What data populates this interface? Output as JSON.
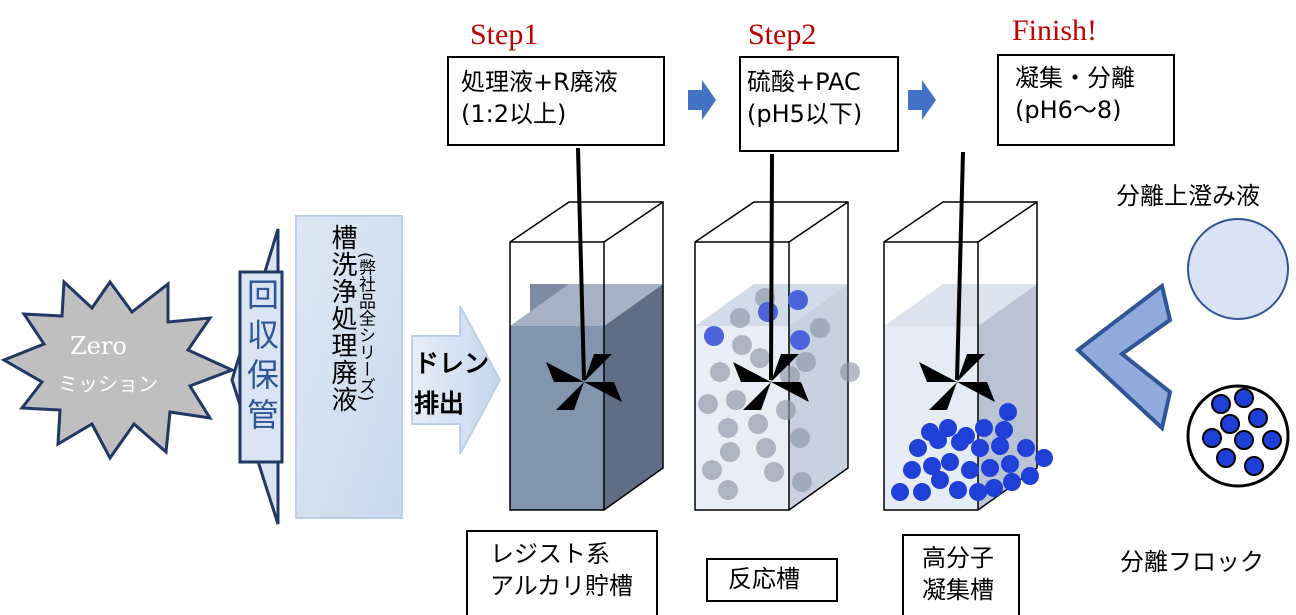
{
  "steps": {
    "step1": {
      "title": "Step1",
      "line1": "処理液+R廃液",
      "line2": "(1:2以上)"
    },
    "step2": {
      "title": "Step2",
      "line1": "硫酸+PAC",
      "line2": "(pH5以下)"
    },
    "finish": {
      "title": "Finish!",
      "line1": "凝集・分離",
      "line2": "(pH6〜8)"
    }
  },
  "zero": {
    "line1": "Zero",
    "line2": "ミッション"
  },
  "storage": {
    "label": "回収保管"
  },
  "waste": {
    "main": "槽洗浄処理廃液",
    "sub": "(弊社品全シリーズ)"
  },
  "drain": {
    "line1": "ドレン",
    "line2": "排出"
  },
  "tanks": {
    "tank1": {
      "line1": "レジスト系",
      "line2": "アルカリ貯槽"
    },
    "tank2": {
      "line1": "反応槽"
    },
    "tank3": {
      "line1": "高分子",
      "line2": "凝集槽"
    }
  },
  "outputs": {
    "supernatant": "分離上澄み液",
    "floc": "分離フロック"
  },
  "colors": {
    "step_red": "#c00000",
    "tank_gray": "#7f8ea6",
    "particle_blue": "#1f3fd6",
    "arrow_blue": "#4472c4"
  }
}
